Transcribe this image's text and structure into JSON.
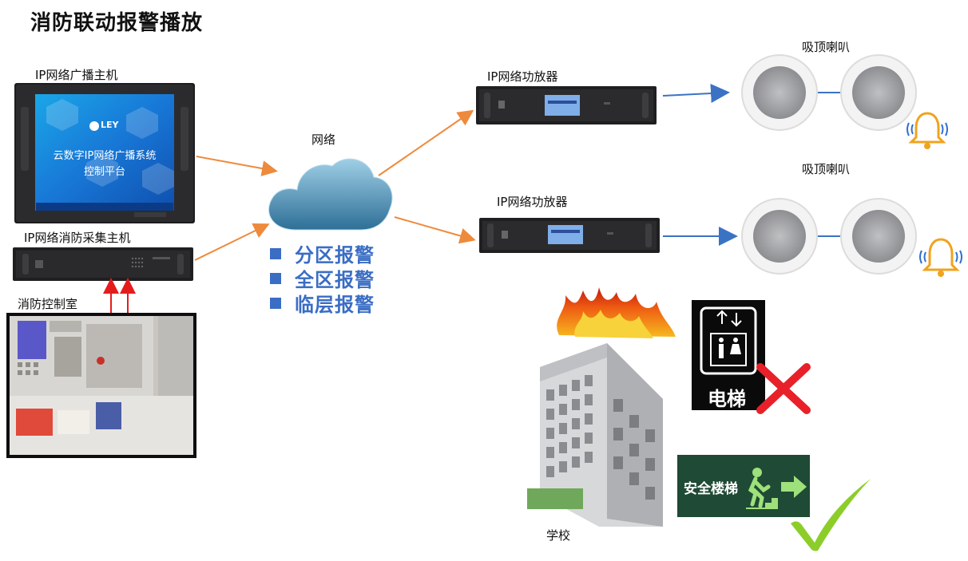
{
  "title": "消防联动报警播放",
  "devices": {
    "host_label": "IP网络广播主机",
    "host_screen_line1": "云数字IP网络广播系统",
    "host_screen_line2": "控制平台",
    "host_logo": "LEY",
    "collector_label": "IP网络消防采集主机",
    "control_room_label": "消防控制室",
    "amp_top_label": "IP网络功放器",
    "amp_bottom_label": "IP网络功放器",
    "network_label": "网络",
    "speaker_top_label": "吸顶喇叭",
    "speaker_bottom_label": "吸顶喇叭",
    "school_label": "学校"
  },
  "alarm_modes": [
    "分区报警",
    "全区报警",
    "临层报警"
  ],
  "signs": {
    "elevator_text": "电梯",
    "exit_text": "安全楼梯"
  },
  "colors": {
    "arrow_orange": "#ee8a3c",
    "arrow_red": "#e51c1c",
    "arrow_blue": "#3b73c4",
    "bullet_blue": "#3a6dc4",
    "cross_red": "#e8202a",
    "check_green": "#8ccd2a",
    "exit_sign_bg": "#1f4a35",
    "exit_sign_fg": "#9ee07a"
  }
}
